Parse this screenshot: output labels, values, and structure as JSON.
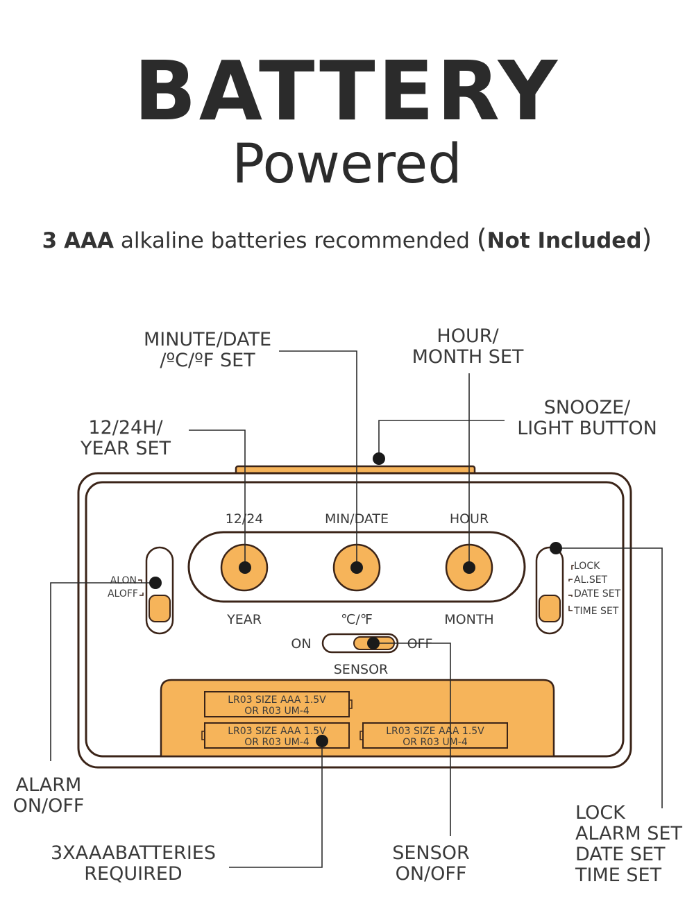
{
  "title": {
    "main": "BATTERY",
    "sub": "Powered"
  },
  "subtitle": {
    "count": "3",
    "type": "AAA",
    "text": " alkaline batteries recommended ",
    "paren_open": "(",
    "note": "Not Included",
    "paren_close": ")"
  },
  "callouts": {
    "minute_date": [
      "MINUTE/DATE",
      "/ºC/ºF SET"
    ],
    "hour_month": [
      "HOUR/",
      "MONTH SET"
    ],
    "snooze": [
      "SNOOZE/",
      "LIGHT BUTTON"
    ],
    "year_set": [
      "12/24H/",
      "YEAR SET"
    ],
    "alarm": [
      "ALARM",
      "ON/OFF"
    ],
    "batteries": [
      "3XAAABATTERIES",
      "REQUIRED"
    ],
    "sensor": [
      "SENSOR",
      "ON/OFF"
    ],
    "lock": [
      "LOCK",
      "ALARM SET",
      "DATE SET",
      "TIME SET"
    ]
  },
  "device": {
    "button_top_labels": [
      "12/24",
      "MIN/DATE",
      "HOUR"
    ],
    "button_bottom_labels": [
      "YEAR",
      "℃/℉",
      "MONTH"
    ],
    "alarm_switch": [
      "ALON",
      "ALOFF"
    ],
    "mode_switch": [
      "LOCK",
      "AL.SET",
      "DATE SET",
      "TIME SET"
    ],
    "sensor_on": "ON",
    "sensor_off": "OFF",
    "sensor_label": "SENSOR",
    "battery_line1": "LR03 SIZE AAA 1.5V",
    "battery_line2": "OR R03 UM-4"
  },
  "colors": {
    "accent": "#F6B45A",
    "outline": "#3b2418",
    "text": "#2b2b2b"
  }
}
